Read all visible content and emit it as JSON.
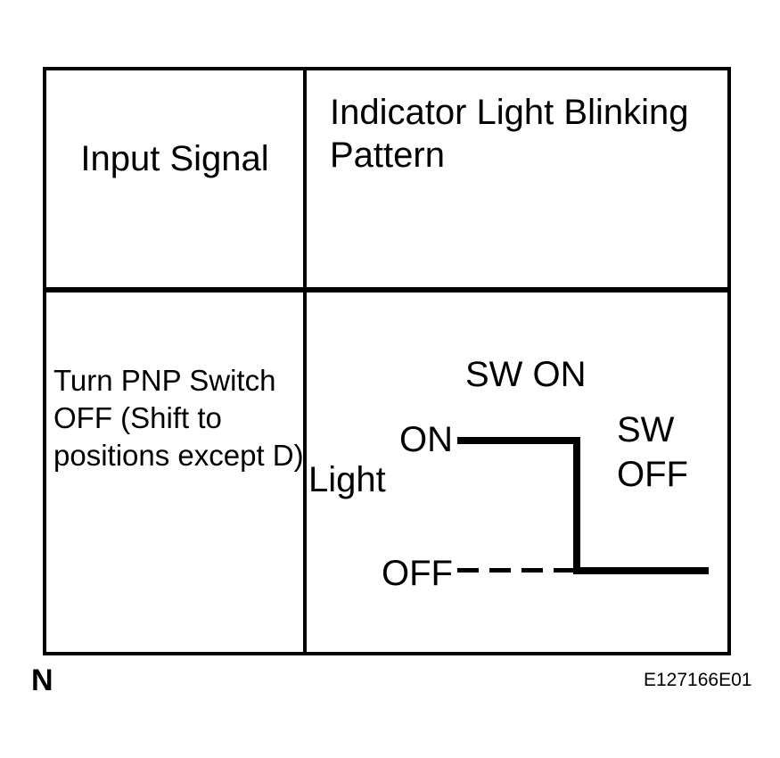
{
  "colors": {
    "ink": "#000000",
    "background": "#ffffff"
  },
  "table": {
    "header": {
      "col1": "Input Signal",
      "col2": "Indicator Light Blinking Pattern"
    },
    "row": {
      "input_signal_lines": [
        "Turn PNP Switch",
        "OFF (Shift to",
        "positions except D)"
      ],
      "waveform": {
        "signal_label": "Light",
        "annotation_top": "SW ON",
        "annotation_right": "SW OFF",
        "level_high": "ON",
        "level_low": "OFF"
      }
    }
  },
  "footer": {
    "marker": "N",
    "figure_id": "E127166E01"
  }
}
